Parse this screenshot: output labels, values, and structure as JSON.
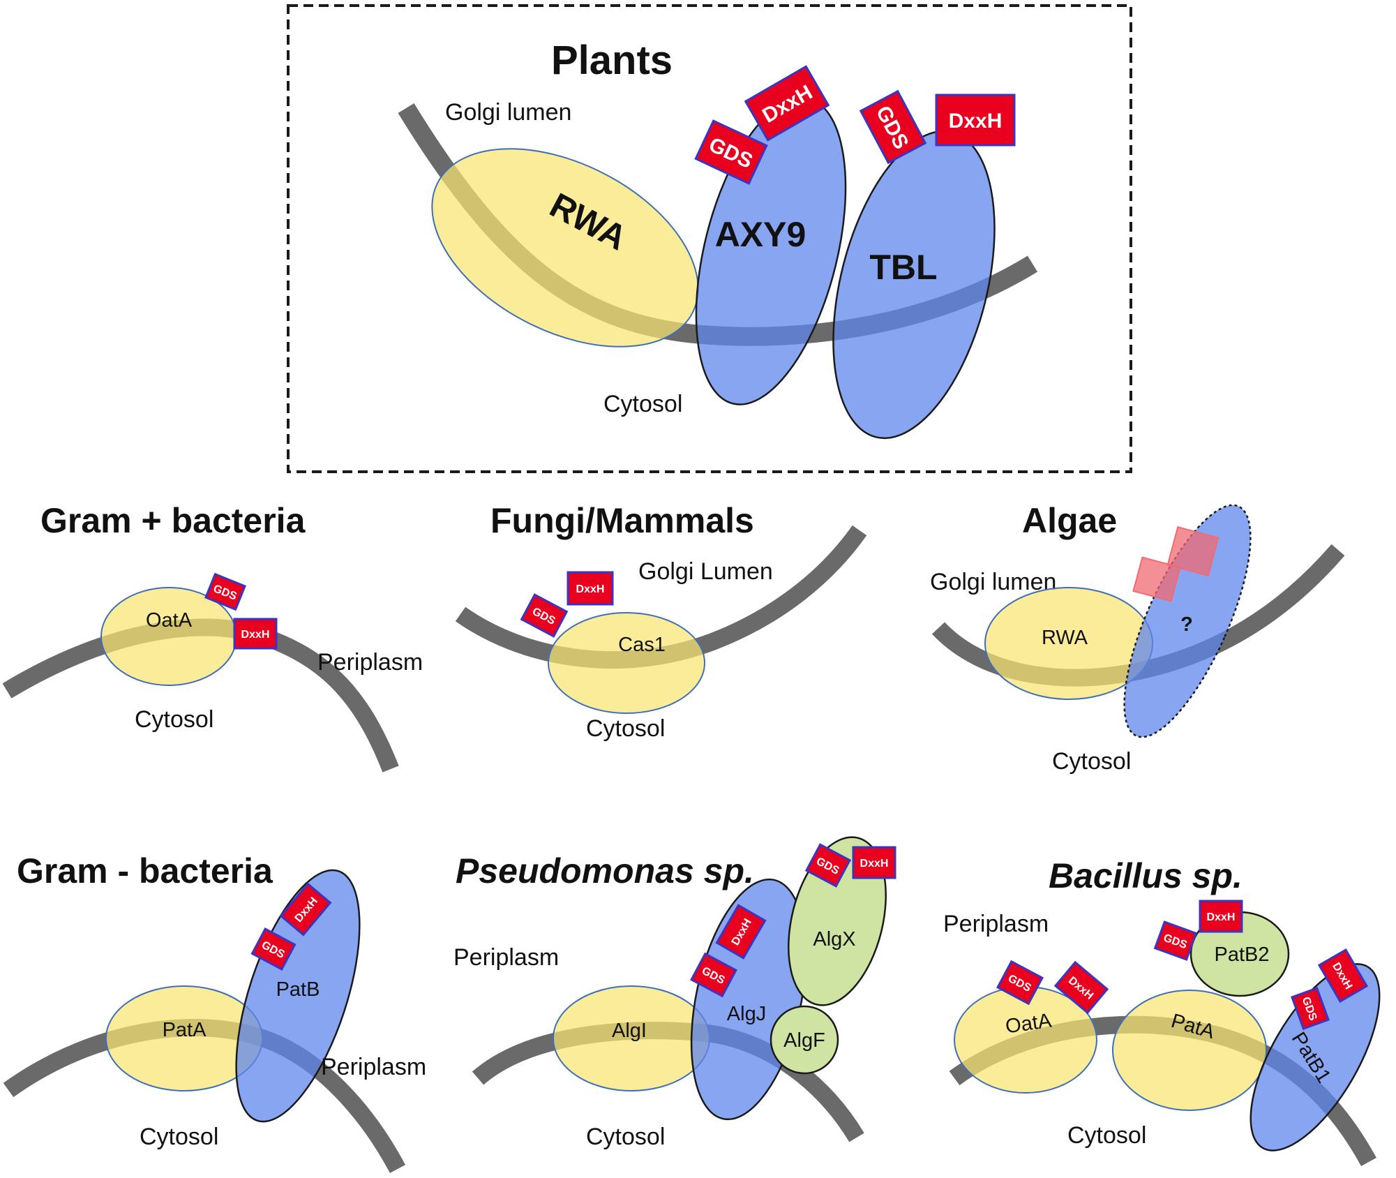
{
  "plants": {
    "title": "Plants",
    "golgi_lumen": "Golgi lumen",
    "cytosol": "Cytosol",
    "rwa": "RWA",
    "axy9": "AXY9",
    "tbl": "TBL",
    "gds": "GDS",
    "dxxh": "DxxH"
  },
  "gram_pos": {
    "title": "Gram + bacteria",
    "oata": "OatA",
    "gds": "GDS",
    "dxxh": "DxxH",
    "periplasm": "Periplasm",
    "cytosol": "Cytosol"
  },
  "fungi": {
    "title": "Fungi/Mammals",
    "golgi_lumen": "Golgi Lumen",
    "cas1": "Cas1",
    "gds": "GDS",
    "dxxh": "DxxH",
    "cytosol": "Cytosol"
  },
  "algae": {
    "title": "Algae",
    "golgi_lumen": "Golgi lumen",
    "rwa": "RWA",
    "unknown": "?",
    "cytosol": "Cytosol"
  },
  "gram_neg": {
    "title": "Gram - bacteria",
    "pata": "PatA",
    "patb": "PatB",
    "gds": "GDS",
    "dxxh": "DxxH",
    "periplasm": "Periplasm",
    "cytosol": "Cytosol"
  },
  "pseudomonas": {
    "title": "Pseudomonas sp.",
    "periplasm": "Periplasm",
    "algi": "AlgI",
    "algj": "AlgJ",
    "algx": "AlgX",
    "algf": "AlgF",
    "gds": "GDS",
    "dxxh": "DxxH",
    "cytosol": "Cytosol"
  },
  "bacillus": {
    "title": "Bacillus sp.",
    "periplasm": "Periplasm",
    "oata": "OatA",
    "pata": "PatA",
    "patb1": "PatB1",
    "patb2": "PatB2",
    "gds": "GDS",
    "dxxh": "DxxH",
    "cytosol": "Cytosol"
  },
  "colors": {
    "membrane": "#6a6a6a",
    "rwa_oata_pata": "#f8e571",
    "tbl_axy9_patb": "#5f86ee",
    "alg_accessory": "#cfe3a2",
    "motif": "#e8001e"
  }
}
